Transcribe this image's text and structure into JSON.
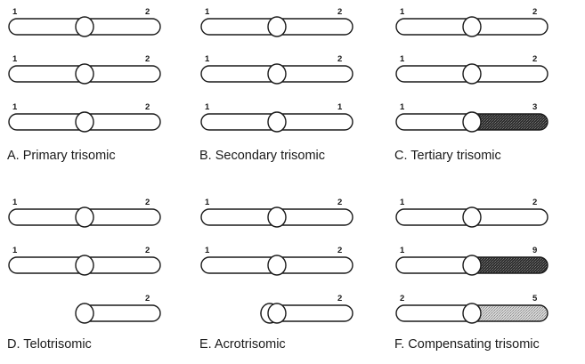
{
  "panels": [
    {
      "id": "A",
      "caption": "A. Primary trisomic",
      "chromosomes": [
        {
          "kind": "full",
          "left_label": "1",
          "right_label": "2",
          "right_fill": "none"
        },
        {
          "kind": "full",
          "left_label": "1",
          "right_label": "2",
          "right_fill": "none"
        },
        {
          "kind": "full",
          "left_label": "1",
          "right_label": "2",
          "right_fill": "none"
        }
      ]
    },
    {
      "id": "B",
      "caption": "B. Secondary trisomic",
      "chromosomes": [
        {
          "kind": "full",
          "left_label": "1",
          "right_label": "2",
          "right_fill": "none"
        },
        {
          "kind": "full",
          "left_label": "1",
          "right_label": "2",
          "right_fill": "none"
        },
        {
          "kind": "full",
          "left_label": "1",
          "right_label": "1",
          "right_fill": "none"
        }
      ]
    },
    {
      "id": "C",
      "caption": "C. Tertiary trisomic",
      "chromosomes": [
        {
          "kind": "full",
          "left_label": "1",
          "right_label": "2",
          "right_fill": "none"
        },
        {
          "kind": "full",
          "left_label": "1",
          "right_label": "2",
          "right_fill": "none"
        },
        {
          "kind": "full",
          "left_label": "1",
          "right_label": "3",
          "right_fill": "dark"
        }
      ]
    },
    {
      "id": "D",
      "caption": "D. Telotrisomic",
      "chromosomes": [
        {
          "kind": "full",
          "left_label": "1",
          "right_label": "2",
          "right_fill": "none"
        },
        {
          "kind": "full",
          "left_label": "1",
          "right_label": "2",
          "right_fill": "none"
        },
        {
          "kind": "telo",
          "left_label": "",
          "right_label": "2",
          "right_fill": "none"
        }
      ]
    },
    {
      "id": "E",
      "caption": "E. Acrotrisomic",
      "chromosomes": [
        {
          "kind": "full",
          "left_label": "1",
          "right_label": "2",
          "right_fill": "none"
        },
        {
          "kind": "full",
          "left_label": "1",
          "right_label": "2",
          "right_fill": "none"
        },
        {
          "kind": "acro",
          "left_label": "",
          "right_label": "2",
          "right_fill": "none"
        }
      ]
    },
    {
      "id": "F",
      "caption": "F. Compensating trisomic",
      "chromosomes": [
        {
          "kind": "full",
          "left_label": "1",
          "right_label": "2",
          "right_fill": "none"
        },
        {
          "kind": "full",
          "left_label": "1",
          "right_label": "9",
          "right_fill": "dark"
        },
        {
          "kind": "full",
          "left_label": "2",
          "right_label": "5",
          "right_fill": "light"
        }
      ]
    }
  ],
  "colors": {
    "line": "#1a1a1a",
    "dark_fill": "#3a3a3a",
    "light_fill": "#b8b8b8",
    "background": "#ffffff"
  }
}
